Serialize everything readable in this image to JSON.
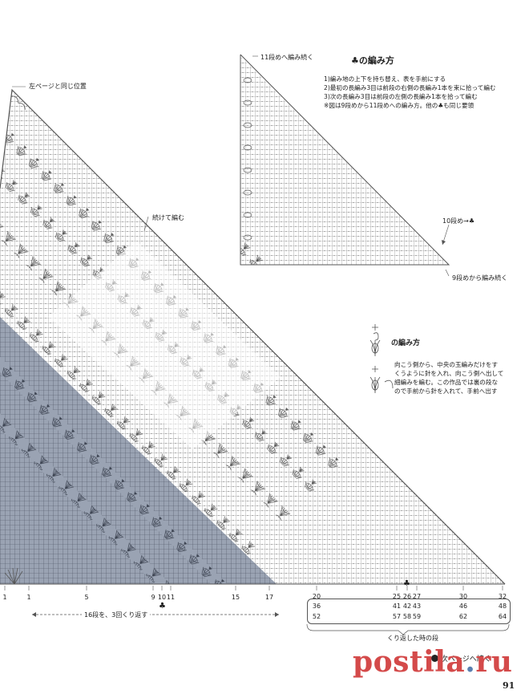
{
  "page": {
    "number": "91",
    "continue_next": "次ページへ続く",
    "watermark_pre": "postila",
    "watermark_dot": ".",
    "watermark_post": "ru"
  },
  "main_chart": {
    "label_left_page": "左ページと同じ位置",
    "label_continue": "続けて編む",
    "repeat_label": "16段を、3回くり返す",
    "repeat_rows_label": "くり返した時の段",
    "bottom_left_numbers": [
      "1",
      "1",
      "5",
      "9",
      "10",
      "11",
      "15",
      "17"
    ],
    "bottom_right_numbers": [
      "20",
      "25",
      "26",
      "27",
      "30",
      "32"
    ],
    "repeat_row2": [
      "36",
      "41",
      "42",
      "43",
      "46",
      "48"
    ],
    "repeat_row3": [
      "52",
      "57",
      "58",
      "59",
      "62",
      "64"
    ]
  },
  "club_chart": {
    "title": "♣の編み方",
    "top_label": "11段めへ編み続く",
    "row10_label": "10段め→♣",
    "bottom_label": "9段めから編み続く",
    "steps": [
      "1)編み地の上下を持ち替え、表を手前にする",
      "2)最初の長編み3目は前段の右側の長編み1本を束に拾って編む",
      "3)次の長編み3目は前段の左側の長編み1本を拾って編む",
      "※図は9段めから11段めへの編み方。他の♣も同じ要領"
    ]
  },
  "stitch_note": {
    "title": "の編み方",
    "lines": [
      "向こう側から、中央の玉編みだけをす",
      "くうように針を入れ、向こう側へ出して",
      "細編みを編む。この作品では裏の段な",
      "ので手前から針を入れて、手前へ出す"
    ]
  },
  "colors": {
    "shade": "#9aa3b3",
    "line": "#555555",
    "watermark": "#d44a4a"
  }
}
